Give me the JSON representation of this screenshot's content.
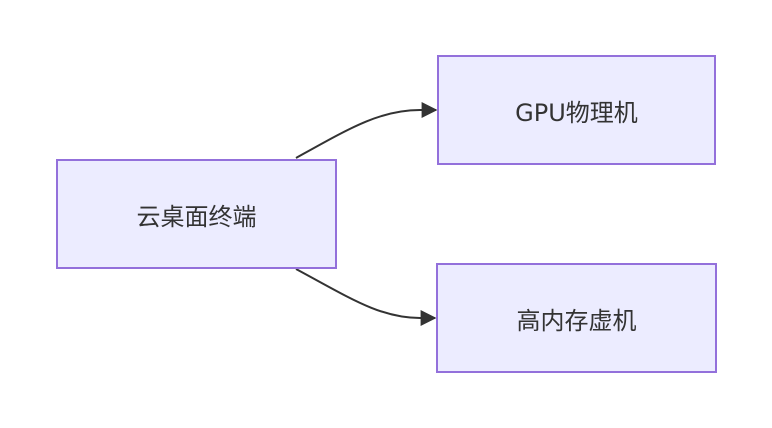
{
  "diagram": {
    "type": "flowchart",
    "direction": "LR",
    "nodes": [
      {
        "id": "a",
        "label": "云桌面终端"
      },
      {
        "id": "b",
        "label": "GPU物理机"
      },
      {
        "id": "c",
        "label": "高内存虚机"
      }
    ],
    "edges": [
      {
        "from": "a",
        "to": "b"
      },
      {
        "from": "a",
        "to": "c"
      }
    ],
    "colors": {
      "node_fill": "#ececff",
      "node_stroke": "#9370db",
      "edge": "#333333",
      "text": "#333333"
    }
  }
}
